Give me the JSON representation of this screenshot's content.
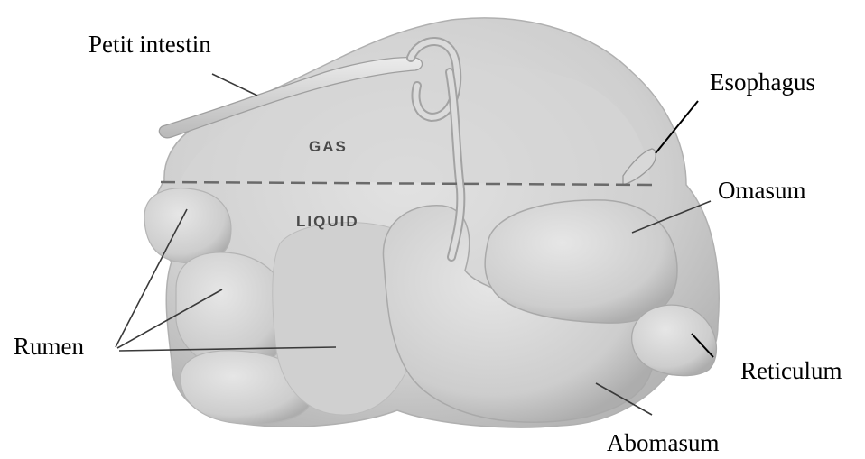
{
  "labels": {
    "petit_intestin": "Petit intestin",
    "esophagus": "Esophagus",
    "omasum": "Omasum",
    "rumen": "Rumen",
    "reticulum": "Reticulum",
    "abomasum": "Abomasum"
  },
  "zones": {
    "gas": "GAS",
    "liquid": "LIQUID"
  },
  "colors": {
    "organ_light": "#d9d9d9",
    "organ_mid": "#c4c4c4",
    "organ_dark": "#a9a9a9",
    "label_text": "#000000",
    "divider_line": "#6a6a6a"
  }
}
